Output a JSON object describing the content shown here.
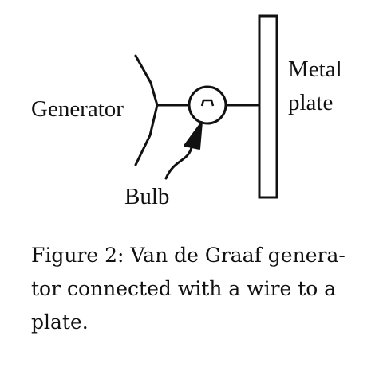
{
  "diagram": {
    "labels": {
      "generator": "Generator",
      "bulb": "Bulb",
      "metal": "Metal",
      "plate": "plate"
    }
  },
  "caption": {
    "lines": [
      "Figure 2: Van de Graaf genera-",
      "tor connected with a wire to a",
      "plate."
    ]
  }
}
